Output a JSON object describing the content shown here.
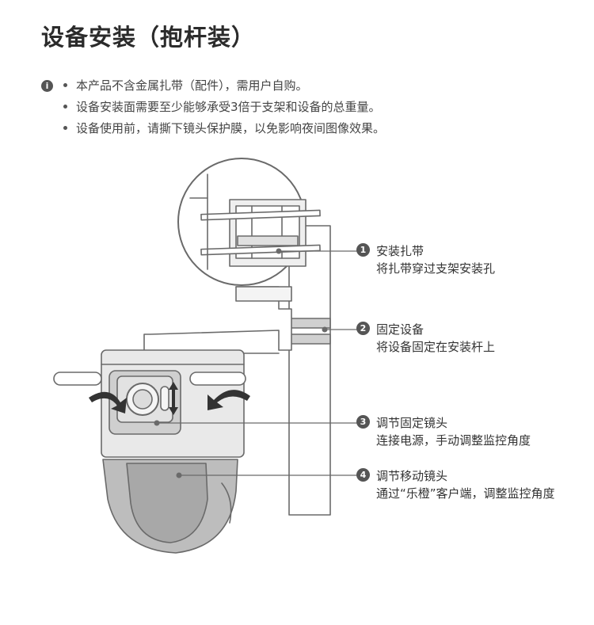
{
  "page": {
    "title": "设备安装（抱杆装）"
  },
  "notes": {
    "info_mark": "i",
    "items": [
      "本产品不含金属扎带（配件），需用户自购。",
      "设备安装面需要至少能够承受3倍于支架和设备的总重量。",
      "设备使用前，请撕下镜头保护膜，以免影响夜间图像效果。"
    ]
  },
  "callouts": [
    {
      "num": "1",
      "title": "安装扎带",
      "desc": "将扎带穿过支架安装孔"
    },
    {
      "num": "2",
      "title": "固定设备",
      "desc": "将设备固定在安装杆上"
    },
    {
      "num": "3",
      "title": "调节固定镜头",
      "desc": "连接电源，手动调整监控角度"
    },
    {
      "num": "4",
      "title": "调节移动镜头",
      "desc": "通过“乐橙”客户端，调整监控角度"
    }
  ],
  "colors": {
    "line": "#6a6a6a",
    "body_fill": "#e9e9e9",
    "dome_fill": "#bdbdbd",
    "badge": "#555555"
  }
}
